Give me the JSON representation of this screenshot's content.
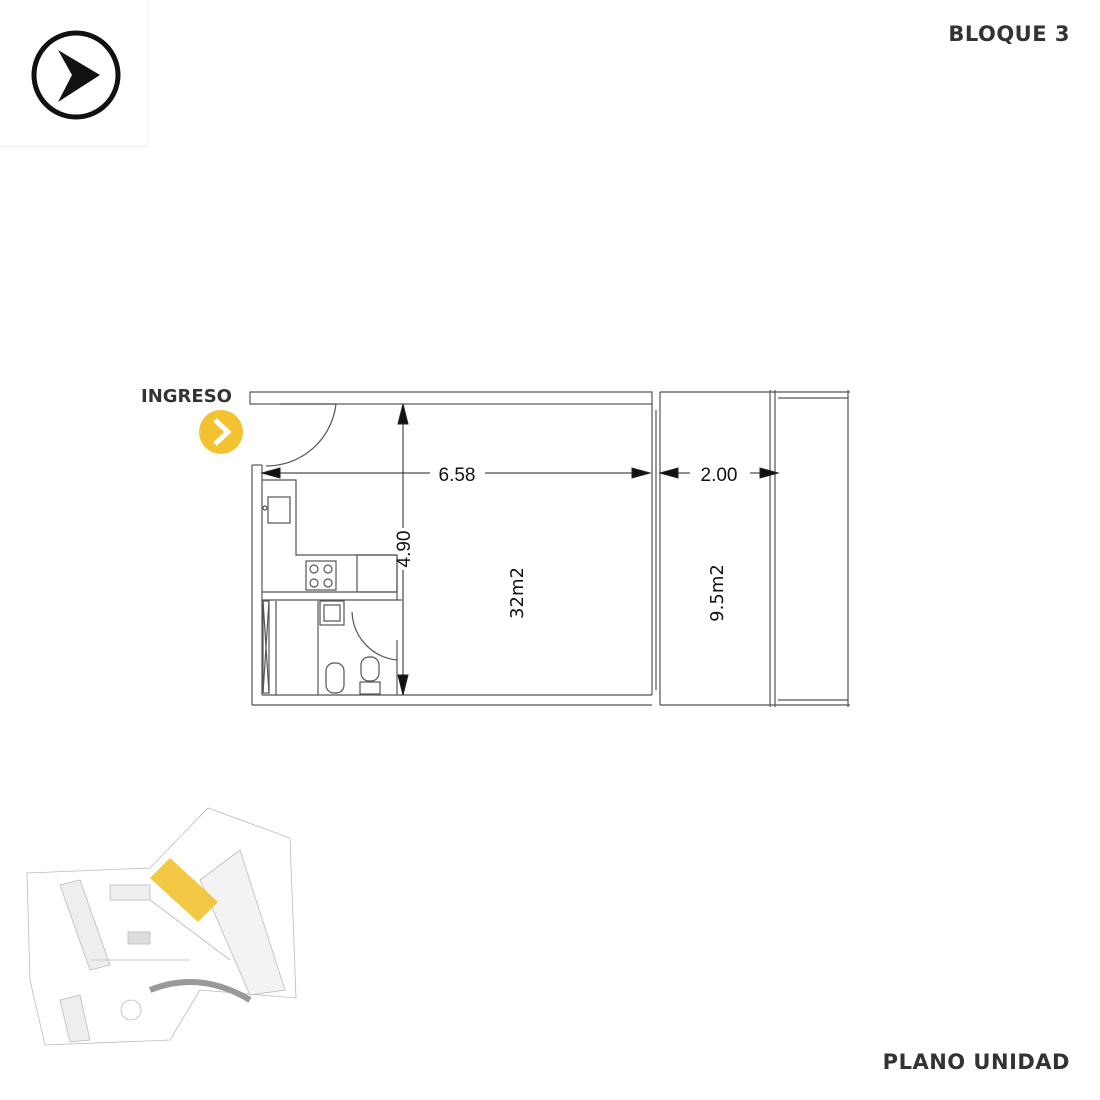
{
  "header": {
    "block_title": "BLOQUE 3"
  },
  "footer": {
    "plan_title": "PLANO UNIDAD"
  },
  "plan": {
    "entrance_label": "INGRESO",
    "width_dimension": "6.58",
    "balcony_dimension": "2.00",
    "depth_dimension": "4.90",
    "main_area": "32m2",
    "balcony_area": "9.5m2"
  },
  "colors": {
    "accent": "#F2C230",
    "lines": "#555555",
    "text": "#333333"
  },
  "icons": {
    "logo": "arrow-right-circle-icon",
    "entrance": "chevron-right-icon"
  }
}
